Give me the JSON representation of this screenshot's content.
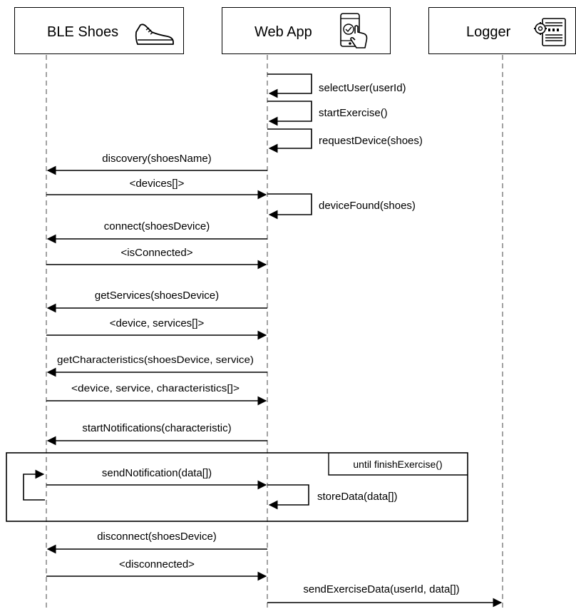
{
  "actors": {
    "shoes": {
      "label": "BLE Shoes",
      "icon": "shoe-icon"
    },
    "webapp": {
      "label": "Web App",
      "icon": "smartphone-touch-icon"
    },
    "logger": {
      "label": "Logger",
      "icon": "server-gear-icon"
    }
  },
  "messages": [
    {
      "id": "m1",
      "text": "selectUser(userId)",
      "from": "webapp",
      "to": "webapp"
    },
    {
      "id": "m2",
      "text": "startExercise()",
      "from": "webapp",
      "to": "webapp"
    },
    {
      "id": "m3",
      "text": "requestDevice(shoes)",
      "from": "webapp",
      "to": "webapp"
    },
    {
      "id": "m4",
      "text": "discovery(shoesName)",
      "from": "webapp",
      "to": "shoes"
    },
    {
      "id": "m5",
      "text": "<devices[]>",
      "from": "shoes",
      "to": "webapp"
    },
    {
      "id": "m6",
      "text": "deviceFound(shoes)",
      "from": "webapp",
      "to": "webapp"
    },
    {
      "id": "m7",
      "text": "connect(shoesDevice)",
      "from": "webapp",
      "to": "shoes"
    },
    {
      "id": "m8",
      "text": "<isConnected>",
      "from": "shoes",
      "to": "webapp"
    },
    {
      "id": "m9",
      "text": "getServices(shoesDevice)",
      "from": "webapp",
      "to": "shoes"
    },
    {
      "id": "m10",
      "text": "<device, services[]>",
      "from": "shoes",
      "to": "webapp"
    },
    {
      "id": "m11",
      "text": "getCharacteristics(shoesDevice, service)",
      "from": "webapp",
      "to": "shoes"
    },
    {
      "id": "m12",
      "text": "<device, service, characteristics[]>",
      "from": "shoes",
      "to": "webapp"
    },
    {
      "id": "m13",
      "text": "startNotifications(characteristic)",
      "from": "webapp",
      "to": "shoes"
    },
    {
      "id": "m14",
      "text": "sendNotification(data[])",
      "from": "shoes",
      "to": "webapp"
    },
    {
      "id": "m15",
      "text": "storeData(data[])",
      "from": "webapp",
      "to": "webapp"
    },
    {
      "id": "m16",
      "text": "disconnect(shoesDevice)",
      "from": "webapp",
      "to": "shoes"
    },
    {
      "id": "m17",
      "text": "<disconnected>",
      "from": "shoes",
      "to": "webapp"
    },
    {
      "id": "m18",
      "text": "sendExerciseData(userId, data[])",
      "from": "webapp",
      "to": "logger"
    }
  ],
  "loop": {
    "label": "until finishExercise()"
  }
}
